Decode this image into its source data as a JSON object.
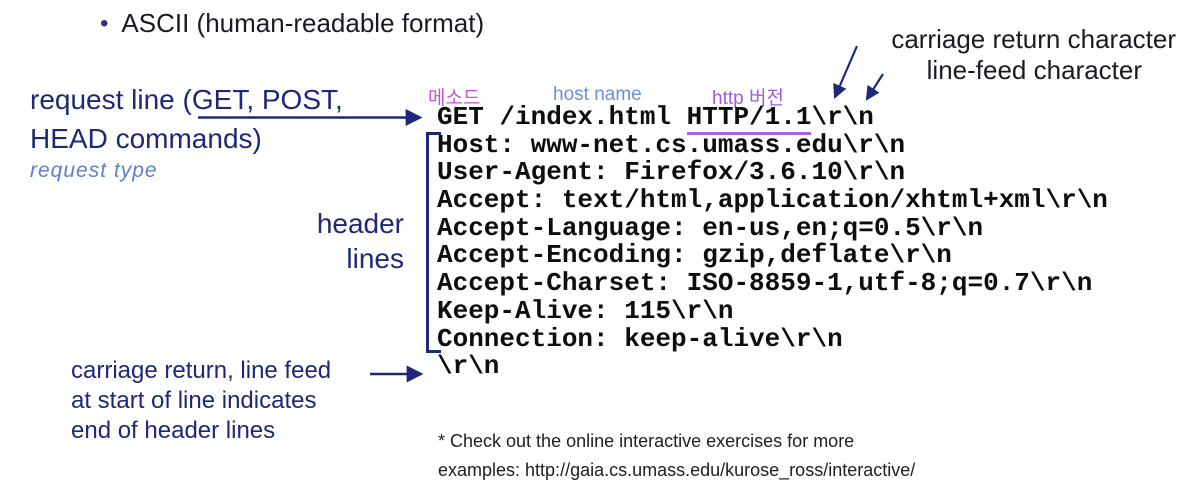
{
  "slide": {
    "title": "ASCII (human-readable format)",
    "bullet_glyph": "•",
    "annotations": {
      "carriage_return_character": "carriage return character",
      "line_feed_character": "line-feed character",
      "request_line_label": "request line (GET, POST,\nHEAD commands)",
      "request_type": "request type",
      "header_lines_label": "header\nlines",
      "crlf_note": "carriage return, line feed\nat start of line indicates\nend of header lines",
      "method_ko": "메소드",
      "host_name": "host name",
      "http_version_ko": "http 버전"
    },
    "http_request": {
      "request_line_prefix": "GET /index.html ",
      "request_line_version": "HTTP/1.1",
      "request_line_crlf": "\\r\\n",
      "header_lines": [
        "Host: www-net.cs.umass.edu\\r\\n",
        "User-Agent: Firefox/3.6.10\\r\\n",
        "Accept: text/html,application/xhtml+xml\\r\\n",
        "Accept-Language: en-us,en;q=0.5\\r\\n",
        "Accept-Encoding: gzip,deflate\\r\\n",
        "Accept-Charset: ISO-8859-1,utf-8;q=0.7\\r\\n",
        "Keep-Alive: 115\\r\\n",
        "Connection: keep-alive\\r\\n"
      ],
      "end_of_headers_line": "\\r\\n"
    },
    "footer": {
      "note": "* Check out the online interactive exercises for more\nexamples: http://gaia.cs.umass.edu/kurose_ross/interactive/"
    },
    "colors": {
      "navy_accent": "#1e2876",
      "title_text": "#1a1a24",
      "code_text": "#0d0d0d",
      "method_label": "#c653d6",
      "http_version_label": "#a85ad8",
      "http_version_underline": "#a763e0",
      "host_name_label": "#6b8ede",
      "request_type_label": "#5d7fd0"
    }
  }
}
